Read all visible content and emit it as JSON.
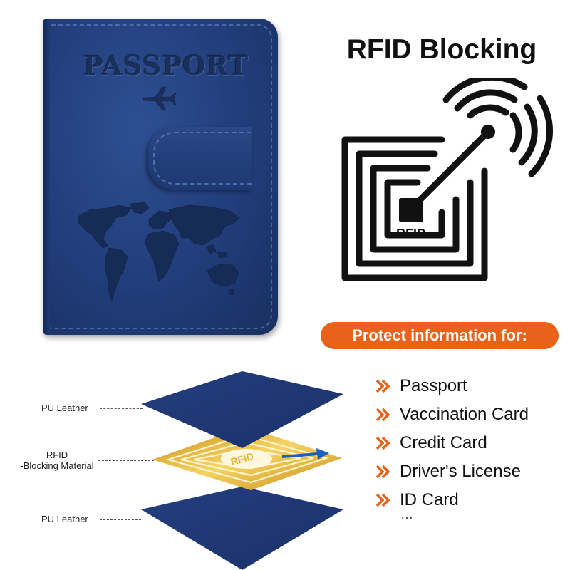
{
  "passport": {
    "title": "PASSPORT",
    "icons": [
      "plane-icon",
      "world-map-icon"
    ],
    "color": "#213d7a"
  },
  "rfid": {
    "heading": "RFID Blocking",
    "chip_label": "RFID",
    "icon": "rfid-chip-icon"
  },
  "protect": {
    "banner": "Protect information for:",
    "banner_color": "#e8621a",
    "items": [
      "Passport",
      "Vaccination Card",
      "Credit Card",
      "Driver's License",
      "ID Card"
    ],
    "ellipsis": "…"
  },
  "layers": {
    "top_label": "PU Leather",
    "middle_label_line1": "RFID",
    "middle_label_line2": "-Blocking Material",
    "middle_chip_text": "RFID",
    "bottom_label": "PU Leather",
    "leather_color": "#1f3a7a",
    "foil_color": "#e6b533"
  }
}
